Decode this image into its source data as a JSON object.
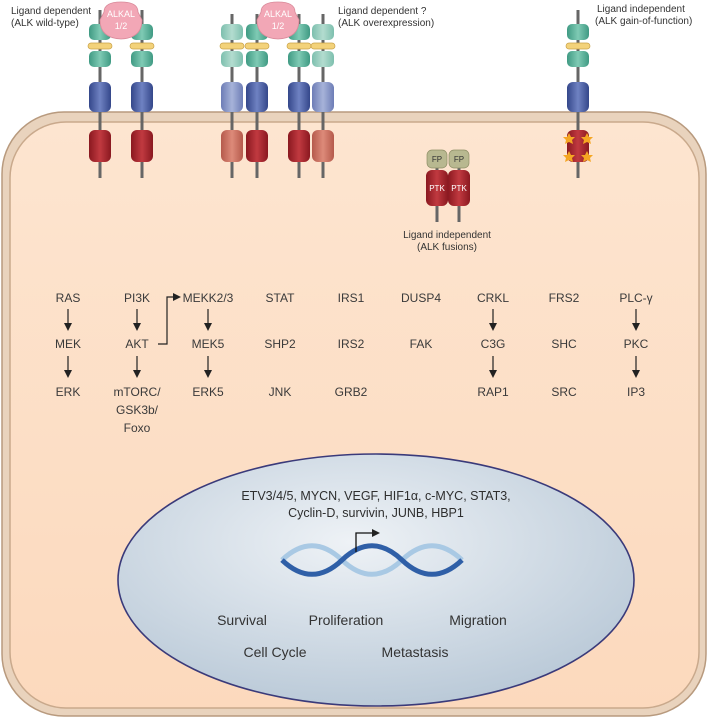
{
  "receptors": {
    "wild_type_label_1": "Ligand dependent",
    "wild_type_label_2": "(ALK wild-type)",
    "overexpression_label_1": "Ligand dependent ?",
    "overexpression_label_2": "(ALK overexpression)",
    "gain_label_1": "Ligand independent",
    "gain_label_2": "(ALK gain-of-function)",
    "fusion_label_1": "Ligand independent",
    "fusion_label_2": "(ALK fusions)",
    "ligand_1": "ALKAL",
    "ligand_2": "1/2",
    "fp": "FP",
    "ptk": "PTK"
  },
  "pathways": {
    "ras": "RAS",
    "mek": "MEK",
    "erk": "ERK",
    "pi3k": "PI3K",
    "akt": "AKT",
    "mtorc_1": "mTORC/",
    "mtorc_2": "GSK3b/",
    "mtorc_3": "Foxo",
    "mekk": "MEKK2/3",
    "mek5": "MEK5",
    "erk5": "ERK5",
    "stat": "STAT",
    "shp2": "SHP2",
    "jnk": "JNK",
    "irs1": "IRS1",
    "irs2": "IRS2",
    "grb2": "GRB2",
    "dusp4": "DUSP4",
    "fak": "FAK",
    "crkl": "CRKL",
    "c3g": "C3G",
    "rap1": "RAP1",
    "frs2": "FRS2",
    "shc": "SHC",
    "src": "SRC",
    "plc": "PLC-γ",
    "pkc": "PKC",
    "ip3": "IP3"
  },
  "nucleus": {
    "genes_1": "ETV3/4/5, MYCN, VEGF, HIF1α, c-MYC, STAT3,",
    "genes_2": "Cyclin-D, survivin, JUNB, HBP1",
    "survival": "Survival",
    "proliferation": "Proliferation",
    "migration": "Migration",
    "cell_cycle": "Cell Cycle",
    "metastasis": "Metastasis"
  },
  "colors": {
    "cell_fill": "#fde8d4",
    "membrane": "#c9a98c",
    "nucleus_fill": "#cfdbe6",
    "nucleus_edge": "#3a3a7a",
    "ligand": "#f2a7b6",
    "teal_domain": "#5fb39c",
    "blue_domain": "#4f63a6",
    "red_domain": "#a3222a",
    "stem": "#666666"
  }
}
